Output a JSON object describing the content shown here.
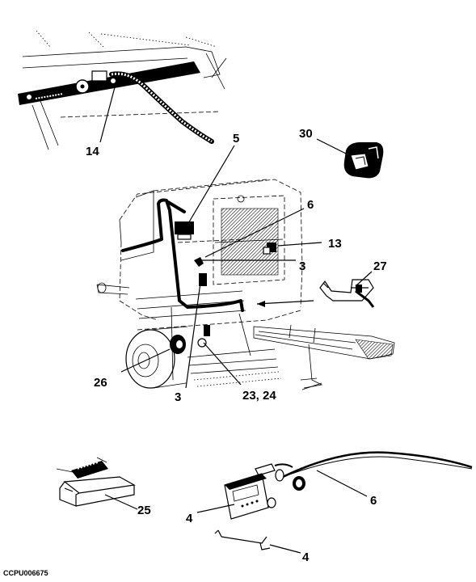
{
  "figure_id": "CCPU006675",
  "callouts": {
    "c14": "14",
    "c5": "5",
    "c30": "30",
    "c6_upper": "6",
    "c13": "13",
    "c3_upper": "3",
    "c27": "27",
    "c26": "26",
    "c3_lower": "3",
    "c23_24": "23, 24",
    "c25": "25",
    "c6_lower": "6",
    "c4_upper": "4",
    "c4_lower": "4"
  }
}
